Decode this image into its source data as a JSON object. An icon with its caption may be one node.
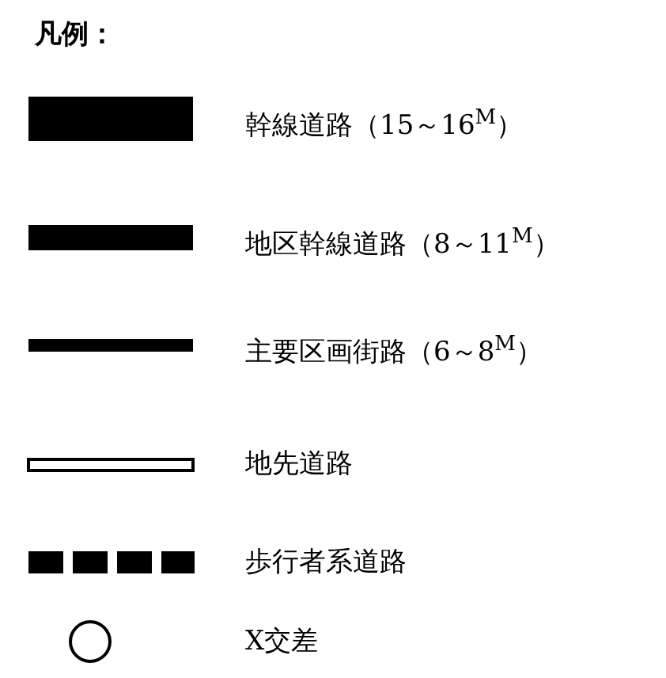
{
  "diagram": {
    "title": "凡例：",
    "legend": [
      {
        "text": "幹線道路（15～16$^{M}$）"
      },
      {
        "text": "地区幹線道路（8～11$^{M}$）"
      },
      {
        "text": "主要区画街路（6～8$^{M}$）"
      },
      {
        "text": "地先道路"
      },
      {
        "text": "歩行者系道路"
      },
      {
        "text": "X交差"
      }
    ]
  }
}
